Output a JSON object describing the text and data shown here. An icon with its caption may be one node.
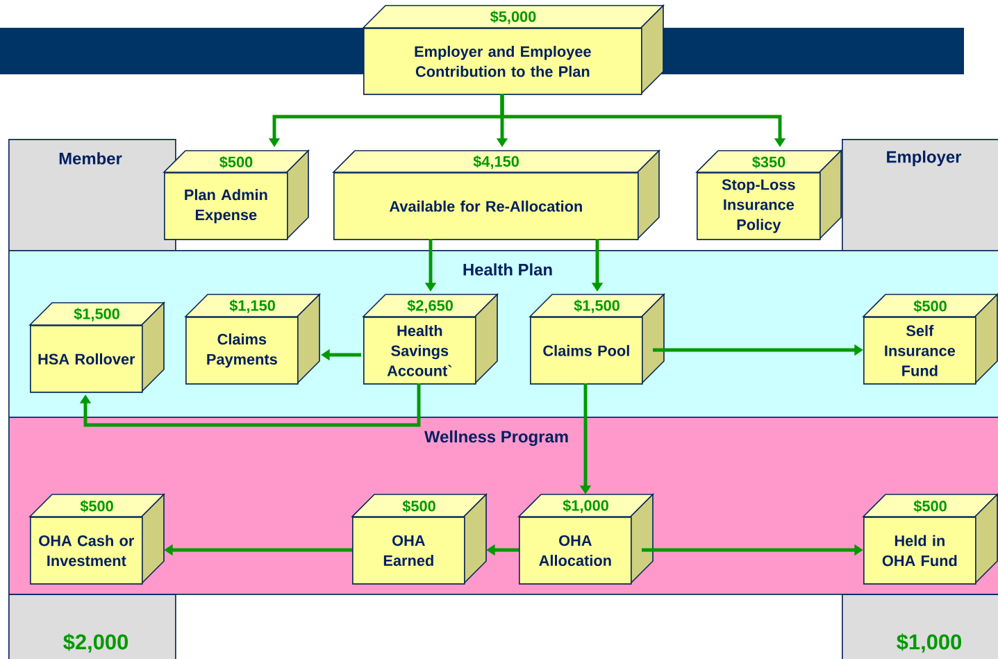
{
  "diagram": {
    "nodes": [
      {
        "text": [
          "$5,000",
          "Employer and Employee Contribution to the Plan"
        ]
      },
      {
        "text": [
          "Member"
        ]
      },
      {
        "text": [
          "$500",
          "Plan Admin Expense"
        ]
      },
      {
        "text": [
          "$4,150",
          "Available for Re-Allocation"
        ]
      },
      {
        "text": [
          "$350",
          "Stop-Loss Insurance Policy"
        ]
      },
      {
        "text": [
          "Employer"
        ]
      },
      {
        "text": [
          "Health Plan"
        ]
      },
      {
        "text": [
          "$1,500",
          "HSA Rollover"
        ],
        "in": 6
      },
      {
        "text": [
          "$1,150",
          "Claims Payments"
        ],
        "in": 6
      },
      {
        "text": [
          "$2,650",
          "Health Savings Account`"
        ],
        "in": 6
      },
      {
        "text": [
          "$1,500",
          "Claims Pool"
        ],
        "in": 6
      },
      {
        "text": [
          "$500",
          "Self Insurance Fund"
        ],
        "in": 6
      },
      {
        "text": [
          "Wellness Program"
        ]
      },
      {
        "text": [
          "$500",
          "OHA Cash or Investment"
        ],
        "in": 12
      },
      {
        "text": [
          "$500",
          "OHA Earned"
        ],
        "in": 12
      },
      {
        "text": [
          "$1,000",
          "OHA Allocation"
        ],
        "in": 12
      },
      {
        "text": [
          "$500",
          "Held in OHA Fund"
        ],
        "in": 12
      },
      {
        "text": [
          "$2,000"
        ]
      },
      {
        "text": [
          "$1,000"
        ]
      }
    ],
    "edges": [
      {
        "from": 0,
        "to": 2,
        "arrow": "to"
      },
      {
        "from": 0,
        "to": 3,
        "arrow": "to"
      },
      {
        "from": 0,
        "to": 4,
        "arrow": "to"
      },
      {
        "from": 3,
        "to": 9,
        "arrow": "to"
      },
      {
        "from": 3,
        "to": 10,
        "arrow": "to"
      },
      {
        "from": 9,
        "to": 8,
        "arrow": "to"
      },
      {
        "from": 9,
        "to": 7,
        "arrow": "to"
      },
      {
        "from": 10,
        "to": 11,
        "arrow": "to"
      },
      {
        "from": 10,
        "to": 15,
        "arrow": "to"
      },
      {
        "from": 15,
        "to": 14,
        "arrow": "to"
      },
      {
        "from": 14,
        "to": 13,
        "arrow": "to"
      },
      {
        "from": 15,
        "to": 16,
        "arrow": "to"
      }
    ]
  }
}
